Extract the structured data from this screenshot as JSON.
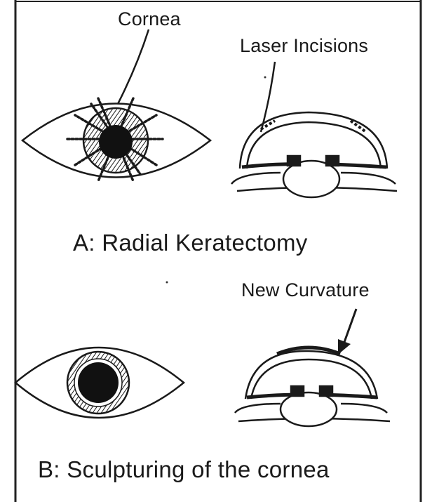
{
  "panel_a": {
    "cornea_label": "Cornea",
    "laser_label": "Laser Incisions",
    "caption": "A: Radial Keratectomy"
  },
  "panel_b": {
    "curvature_label": "New Curvature",
    "caption": "B: Sculpturing of the cornea"
  },
  "colors": {
    "ink": "#1a1a1a",
    "background": "#ffffff"
  }
}
